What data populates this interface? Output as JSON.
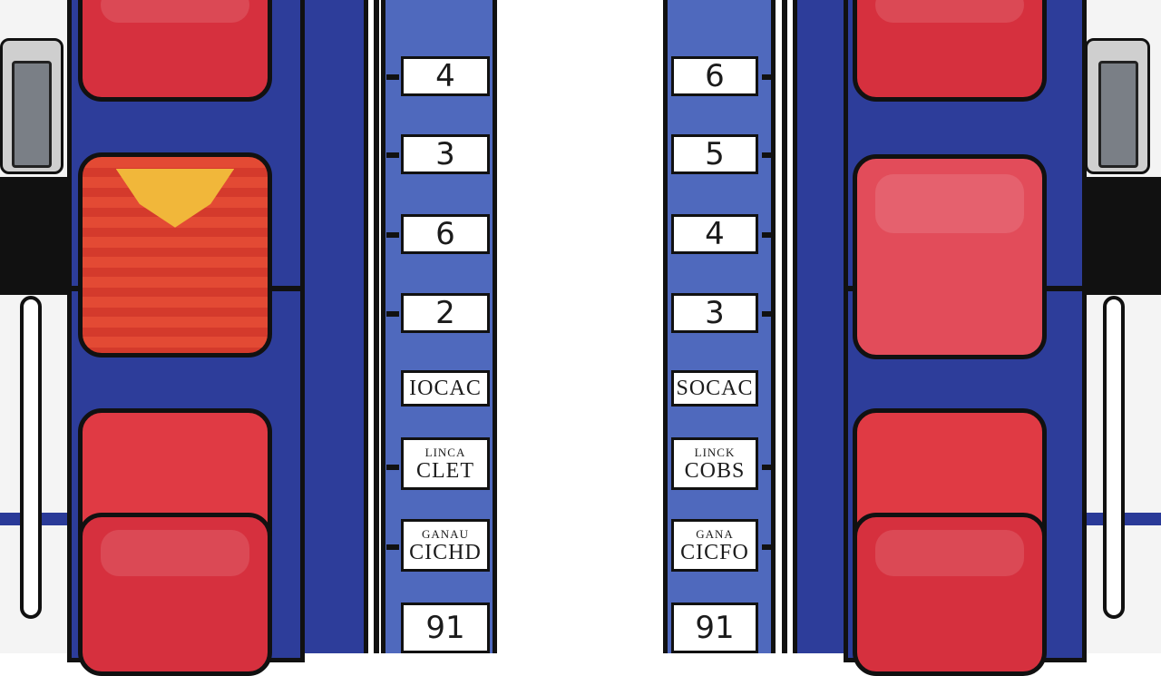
{
  "scene": {
    "name": "bus-seating-illustration",
    "colors": {
      "seat_red": "#d6303e",
      "frame_blue": "#2d3d9a",
      "panel_blue": "#4f69bd",
      "headrest_yellow": "#f1b73a",
      "outline": "#111111"
    }
  },
  "left_panel": {
    "labels": [
      {
        "main": "4"
      },
      {
        "main": "3"
      },
      {
        "main": "6"
      },
      {
        "main": "2"
      },
      {
        "main": "IOCAC"
      },
      {
        "small": "LINCA",
        "main": "CLET"
      },
      {
        "small": "GANAU",
        "main": "CICHD"
      },
      {
        "main": "91"
      }
    ]
  },
  "right_panel": {
    "labels": [
      {
        "main": "6"
      },
      {
        "main": "5"
      },
      {
        "main": "4"
      },
      {
        "main": "3"
      },
      {
        "main": "SOCAC"
      },
      {
        "small": "LINCK",
        "main": "COBS"
      },
      {
        "small": "GANA",
        "main": "CICFO"
      },
      {
        "main": "91"
      }
    ]
  }
}
